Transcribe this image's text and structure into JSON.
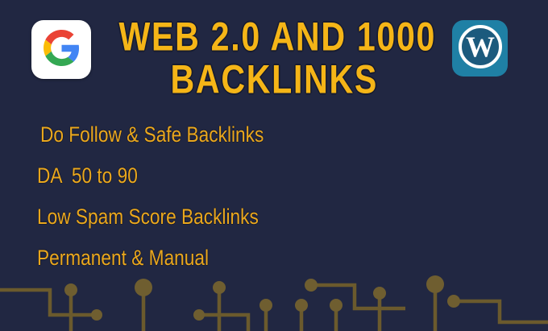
{
  "banner": {
    "kind": "seo-gig-promo-banner",
    "title_line1": "WEB 2.0 AND 1000",
    "title_line2": "BACKLINKS"
  },
  "features": [
    {
      "text": "Do Follow & Safe Backlinks"
    },
    {
      "text": "DA  50 to 90"
    },
    {
      "text": "Low Spam Score Backlinks"
    },
    {
      "text": "Permanent & Manual"
    }
  ],
  "icons": {
    "left": "google-logo",
    "right": "wordpress-logo",
    "wordpress_letter": "W"
  },
  "colors": {
    "background": "#212742",
    "title_gold": "#f5b517",
    "feature_gold": "#eaa71d",
    "circuit_olive": "#6b5a2d",
    "google_red": "#EA4335",
    "google_blue": "#4285F4",
    "google_yellow": "#FBBC05",
    "google_green": "#34A853",
    "wordpress_teal": "#1f80a5",
    "wordpress_circle_fill": "#1c5a7d"
  }
}
